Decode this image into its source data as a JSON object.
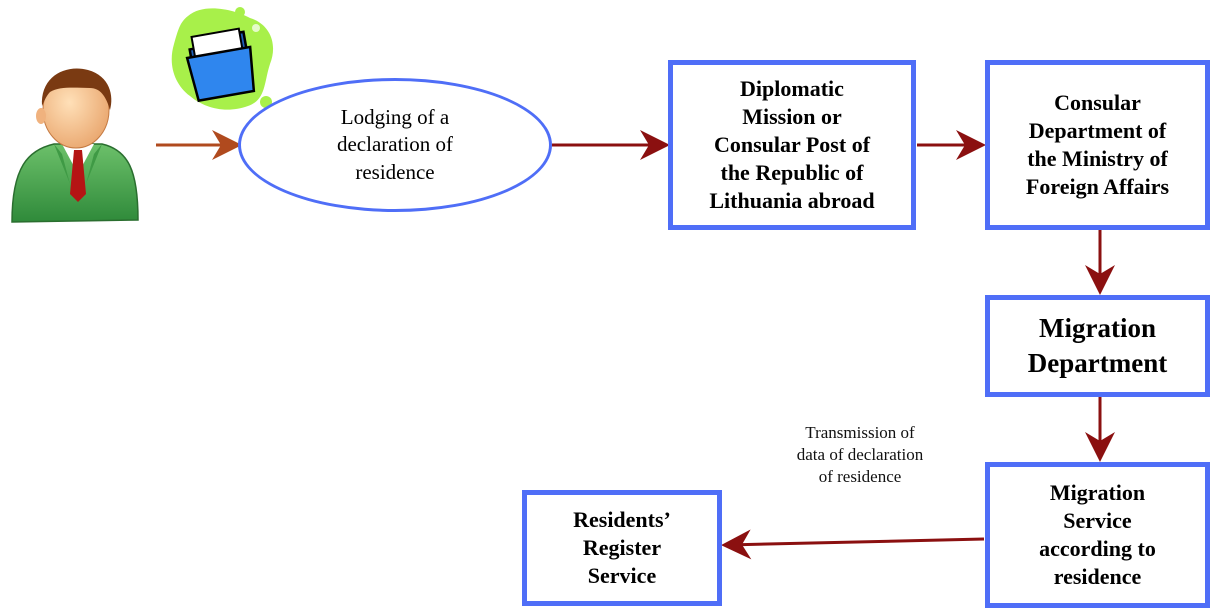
{
  "nodes": {
    "lodging": "Lodging of a\ndeclaration of\nresidence",
    "diplomatic_mission": "Diplomatic\nMission or\nConsular Post of\nthe Republic of\nLithuania abroad",
    "consular_department": "Consular\nDepartment of\nthe Ministry of\nForeign Affairs",
    "migration_department": "Migration\nDepartment",
    "migration_service": "Migration\nService\naccording to\nresidence",
    "residents_register": "Residents’\nRegister\nService"
  },
  "edge_labels": {
    "transmission": "Transmission of\ndata of declaration\nof residence"
  },
  "icons": {
    "person": "person-icon",
    "folder": "folder-icon"
  },
  "colors": {
    "box_border": "#4f6ef7",
    "arrow": "#8b1010",
    "arrow_first": "#b04a1e",
    "folder_blob": "#a8f04a",
    "folder_blue": "#2f86ee"
  }
}
